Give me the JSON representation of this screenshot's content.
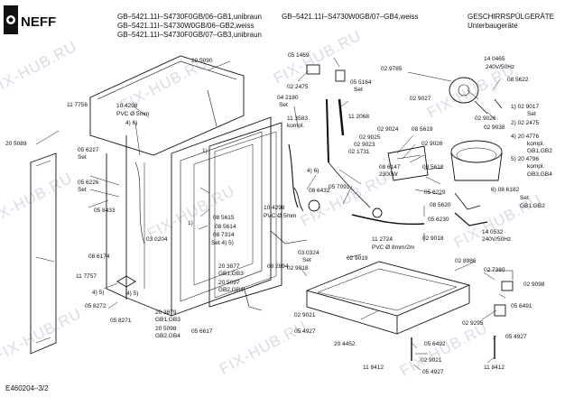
{
  "brand": "NEFF",
  "header": {
    "left": [
      "GB–5421.11I–S4730F0GB/06–GB1,unibraun",
      "GB–5421.11I–S4730W0GB/06–GB2,weiss",
      "GB–5421.11I–S4730F0GB/07–GB3,unibraun"
    ],
    "middle": "GB–5421.11I–S4730W0GB/07–GB4,weiss",
    "right": [
      "GESCHIRRSPÜLGERÄTE",
      "Unterbaugeräte"
    ]
  },
  "watermark": "FIX-HUB.RU",
  "doc_ref": "E460204–3/2",
  "labels": [
    "20 5090",
    "11 7756",
    "10 4298",
    "PVC Ø 5mm",
    "4) 6)",
    "20 5089",
    "05 6227",
    "Set",
    "05 6226",
    "Set",
    "05 8433",
    "08 5615",
    "08 5614",
    "08 7314",
    "Set 4) 5)",
    "1)",
    "1)",
    "03 0204",
    "08 6174",
    "11 7757",
    "4) 5)",
    "05 8272",
    "05 8271",
    "4) 5)",
    "20 3879",
    "GB1,GB3",
    "20 5098",
    "GB2,GB4",
    "05 6617",
    "20 3877",
    "GB1,GB3",
    "20 5097",
    "GB2,GB4",
    "08 2894",
    "05 1469",
    "05 5164",
    "Set",
    "02 2475",
    "04 2180",
    "Set",
    "11 3583",
    "kompl.",
    "11 2068",
    "02 9785",
    "14 0465",
    "240V/50Hz",
    "08 5622",
    "02 9027",
    "02 9026",
    "02 9038",
    "1) 02 9017",
    "Set",
    "2) 02 2475",
    "02 9024",
    "02 9025",
    "02 9023",
    "02 1731",
    "08 5619",
    "02 9026",
    "4) 20 4776",
    "kompl.",
    "GB1,GB2",
    "5) 20 4796",
    "kompl.",
    "GB3,GB4",
    "08 6147",
    "2300W",
    "08 5618",
    "05 7091",
    "4) 6)",
    "05 6229",
    "6) 08 6182",
    "Set",
    "GB1,GB2",
    "08 6432",
    "10 4298",
    "PVC Ø 5mm",
    "08 5620",
    "05 6230",
    "14 0532",
    "240V/50Hz",
    "11 2724",
    "PVC Ø 8mm/2m",
    "02 9018",
    "03 0324",
    "Set",
    "02 9019",
    "02 8986",
    "02 7380",
    "02 9018",
    "02 9098",
    "05 6491",
    "02 9021",
    "02 9295",
    "05 4927",
    "05 4927",
    "20 4452",
    "05 6492",
    "02 9021",
    "11 8412",
    "05 4927",
    "11 8412"
  ]
}
